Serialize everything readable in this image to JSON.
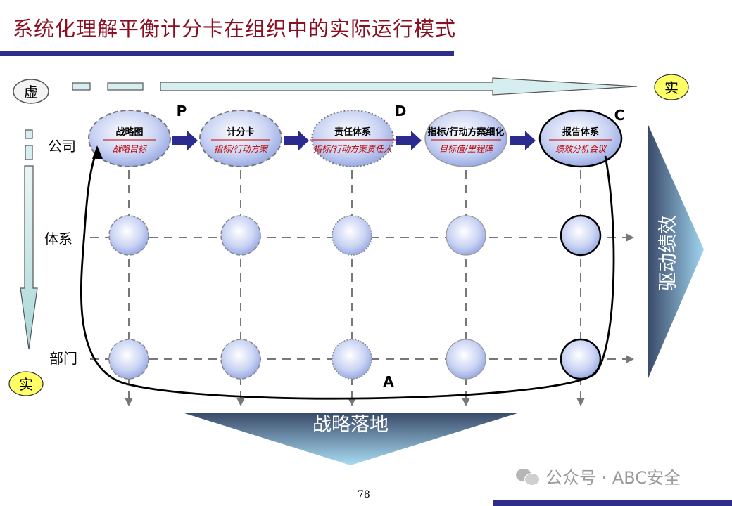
{
  "title": "系统化理解平衡计分卡在组织中的实际运行模式",
  "top_axis": {
    "start_label": "虚",
    "end_label": "实"
  },
  "left_axis": {
    "end_label": "实"
  },
  "row_labels": [
    "公司",
    "体系",
    "部门"
  ],
  "pdca": {
    "p": "P",
    "d": "D",
    "c": "C",
    "a": "A"
  },
  "stages": [
    {
      "top": "战略图",
      "bottom": "战略目标"
    },
    {
      "top": "计分卡",
      "bottom": "指标/行动方案"
    },
    {
      "top": "责任体系",
      "bottom": "指标/行动方案责任人"
    },
    {
      "top": "指标/行动方案细化",
      "bottom": "目标值/里程碑"
    },
    {
      "top": "报告体系",
      "bottom": "绩效分析会议"
    }
  ],
  "right_arrow_label": "驱动绩效",
  "bottom_arrow_label": "战略落地",
  "page_number": "78",
  "watermark": "公众号 · ABC安全",
  "colors": {
    "title": "#8B0F22",
    "bar": "#2E2E8A",
    "stage_red": "#C00000",
    "arrow_navy": "#2B2B8F"
  }
}
